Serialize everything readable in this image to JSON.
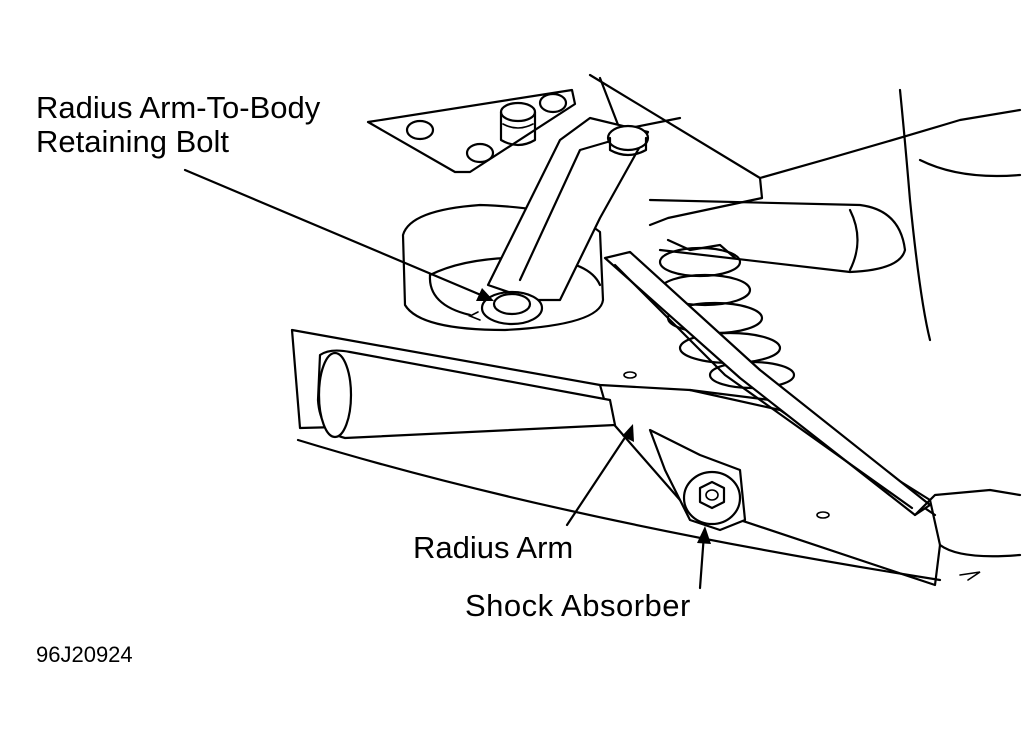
{
  "callouts": {
    "retaining_bolt_line1": "Radius Arm-To-Body",
    "retaining_bolt_line2": "Retaining Bolt",
    "radius_arm": "Radius Arm",
    "shock_absorber": "Shock Absorber"
  },
  "figure_id": "96J20924",
  "colors": {
    "ink": "#000000",
    "paper": "#ffffff"
  }
}
